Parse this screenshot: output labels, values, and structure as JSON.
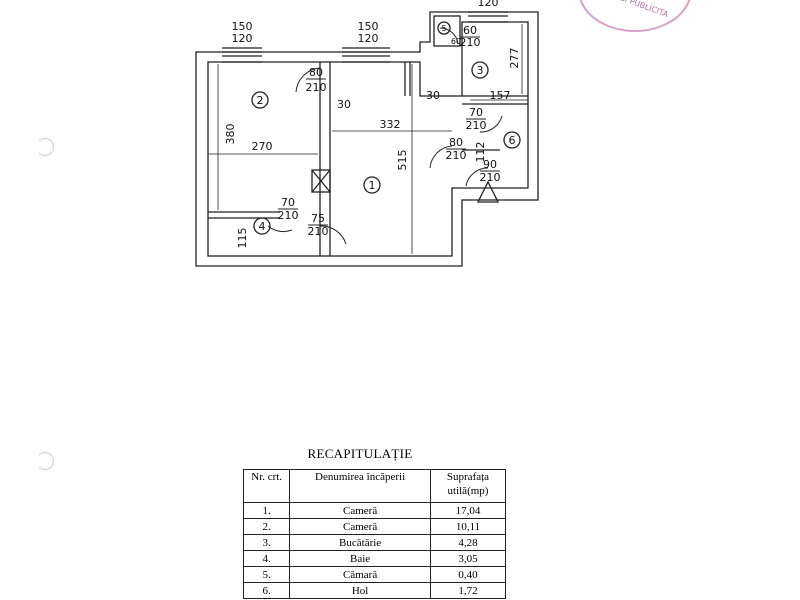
{
  "plan": {
    "window_dims": [
      {
        "top": "150",
        "bottom": "120"
      },
      {
        "top": "150",
        "bottom": "120"
      },
      {
        "top": "",
        "bottom": "120"
      }
    ],
    "room_numbers": [
      "1",
      "2",
      "3",
      "4",
      "5",
      "6"
    ],
    "dimensions": {
      "d380": "380",
      "d270": "270",
      "d30a": "30",
      "d332": "332",
      "d30b": "30",
      "d157": "157",
      "d515": "515",
      "d277": "277",
      "d112": "112",
      "d115": "115",
      "d60": "60"
    },
    "doors": [
      {
        "top": "80",
        "bottom": "210"
      },
      {
        "top": "70",
        "bottom": "210"
      },
      {
        "top": "75",
        "bottom": "210"
      },
      {
        "top": "80",
        "bottom": "210"
      },
      {
        "top": "70",
        "bottom": "210"
      },
      {
        "top": "90",
        "bottom": "210"
      },
      {
        "top": "60",
        "bottom": "210"
      }
    ],
    "stamp_text": "TRU SI PUBLICITA"
  },
  "recap": {
    "title": "RECAPITULAȚIE",
    "headers": {
      "nr": "Nr. crt.",
      "name": "Denumirea încăperii",
      "area": "Suprafața utilă(mp)"
    },
    "rows": [
      {
        "nr": "1.",
        "name": "Cameră",
        "area": "17,04"
      },
      {
        "nr": "2.",
        "name": "Cameră",
        "area": "10,11"
      },
      {
        "nr": "3.",
        "name": "Bucătărie",
        "area": "4,28"
      },
      {
        "nr": "4.",
        "name": "Baie",
        "area": "3,05"
      },
      {
        "nr": "5.",
        "name": "Cămară",
        "area": "0,40"
      },
      {
        "nr": "6.",
        "name": "Hol",
        "area": "1,72"
      }
    ]
  }
}
